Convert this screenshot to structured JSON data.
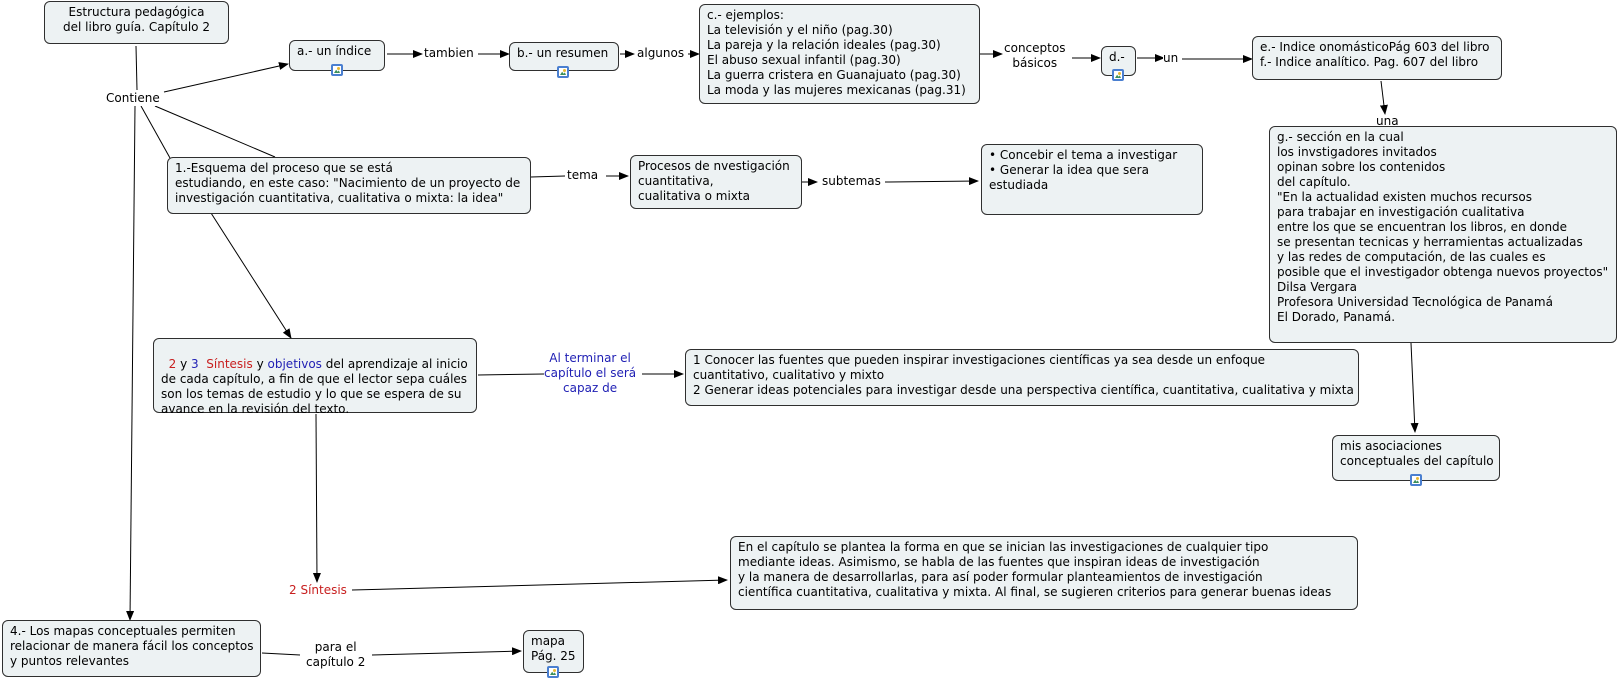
{
  "nodes": {
    "titulo": "Estructura pedagógica\ndel libro guía. Capítulo 2",
    "indice": "a.- un índice",
    "resumen": "b.- un resumen",
    "ejemplos": "c.- ejemplos:\nLa televisión y el niño (pag.30)\nLa pareja y la relación ideales (pag.30)\nEl abuso sexual infantil (pag.30)\nLa guerra cristera en Guanajuato (pag.30)\nLa moda y las mujeres mexicanas (pag.31)",
    "d": "d.-",
    "ef": "e.- Indice onomásticoPág 603 del libro\nf.- Indice analítico. Pag. 607 del libro",
    "g": "g.- sección en la cual\nlos invstigadores invitados\nopinan sobre los contenidos\ndel capítulo.\n\"En la actualidad existen muchos recursos\npara trabajar en investigación cualitativa\nentre los que se encuentran los libros, en donde\nse presentan tecnicas y herramientas actualizadas\ny las redes de computación, de las cuales es\nposible que el investigador obtenga nuevos proyectos\"\nDilsa Vergara\nProfesora Universidad Tecnológica de Panamá\nEl Dorado, Panamá.",
    "esquema": "1.-Esquema del proceso que se está\nestudiando, en este caso: \"Nacimiento de un proyecto de\ninvestigación cuantitativa, cualitativa o mixta: la idea\"",
    "procesos": "Procesos de nvestigación\ncuantitativa,\ncualitativa o mixta",
    "concebir": "• Concebir el tema a investigar\n• Generar la idea que sera\nestudiada",
    "sintesis_num2": "2",
    "sintesis_y1": " y ",
    "sintesis_num3": "3",
    "sintesis_word": "  Síntesis",
    "sintesis_y2": " y ",
    "sintesis_objetivos": "objetivos",
    "sintesis_rest": " del aprendizaje al inicio\nde cada capítulo, a fin de que el lector sepa cuáles\nson los temas de estudio y lo que se espera de su\navance en la revisión del texto.",
    "conocer": "1 Conocer las fuentes que pueden inspirar investigaciones científicas ya sea desde un enfoque\ncuantitativo, cualitativo y mixto\n2 Generar ideas potenciales para investigar desde una perspectiva científica, cuantitativa, cualitativa y mixta",
    "asociaciones": "mis asociaciones\nconceptuales del capítulo",
    "capitulo": "En el capítulo se plantea la forma en que se inician las investigaciones de cualquier tipo\nmediante ideas. Asimismo, se habla de las fuentes que inspiran ideas de investigación\ny la manera de desarrollarlas, para así poder formular planteamientos de investigación\ncientífica cuantitativa, cualitativa y mixta. Al final, se sugieren criterios para generar buenas ideas",
    "mapas": "4.- Los mapas conceptuales permiten\nrelacionar de manera fácil los conceptos\ny puntos relevantes",
    "mapa": "mapa\nPág. 25"
  },
  "labels": {
    "contiene": "Contiene",
    "tambien": "tambien",
    "algunos": "algunos",
    "conceptos": "conceptos\nbásicos",
    "un": "un",
    "una": "una",
    "tema": "tema",
    "subtemas": "subtemas",
    "al_terminar": "Al terminar el\ncapítulo el será\ncapaz de",
    "dos_sintesis": "2 Síntesis",
    "para_el": "para el\ncapítulo 2"
  },
  "colors": {
    "node_fill": "#edf2f3",
    "accent_red": "#c82020",
    "accent_blue": "#1f1fb4"
  },
  "icons": [
    "image-icon"
  ]
}
